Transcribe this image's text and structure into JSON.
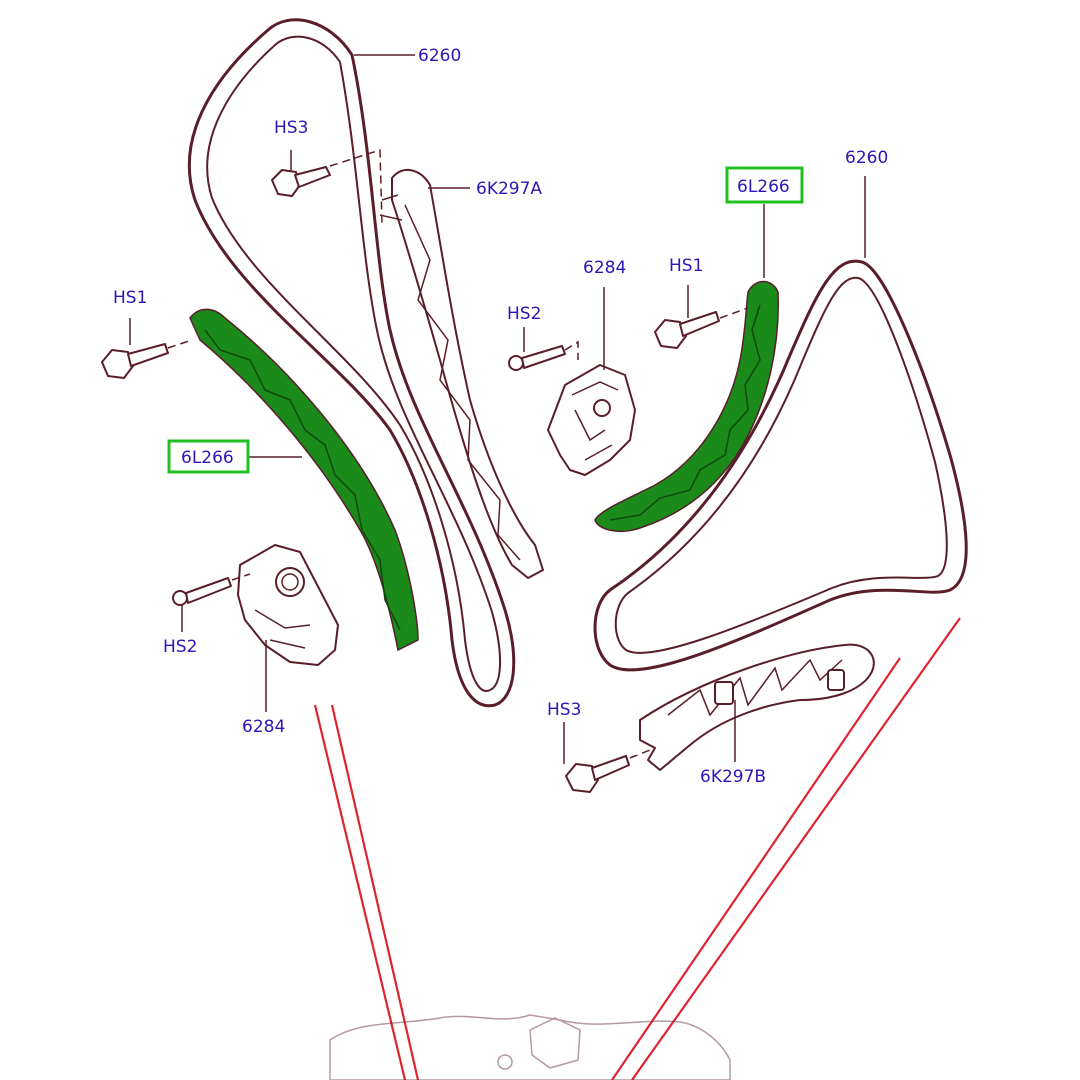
{
  "colors": {
    "highlight": "#1fc01f",
    "guide_fill": "#1a8a1a",
    "callout_text": "#2b16b8",
    "red_lines": "#e0242f",
    "linework": "#5a1e2a"
  },
  "callouts": {
    "chain_left": "6260",
    "chain_right": "6260",
    "bolt_hs3_top": "HS3",
    "guide_6k297a": "6K297A",
    "bolt_hs1_left": "HS1",
    "guide_6l266_left": "6L266",
    "tensioner_6284_top": "6284",
    "bolt_hs2_top": "HS2",
    "bolt_hs1_right": "HS1",
    "guide_6l266_right": "6L266",
    "bolt_hs2_bottom": "HS2",
    "tensioner_6284_bottom": "6284",
    "bolt_hs3_bottom": "HS3",
    "guide_6k297b": "6K297B"
  },
  "highlighted_part": "6L266"
}
